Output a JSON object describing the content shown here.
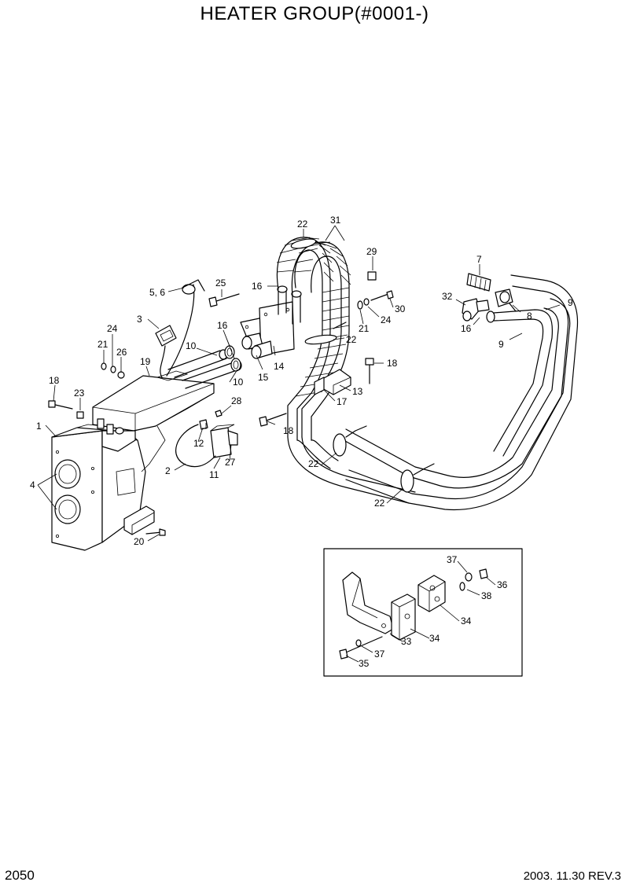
{
  "title": "HEATER GROUP(#0001-)",
  "page_number": "2050",
  "revision_info": "2003. 11.30  REV.3",
  "callouts": [
    {
      "id": "22a",
      "text": "22"
    },
    {
      "id": "31",
      "text": "31"
    },
    {
      "id": "29",
      "text": "29"
    },
    {
      "id": "7",
      "text": "7"
    },
    {
      "id": "25",
      "text": "25"
    },
    {
      "id": "16a",
      "text": "16"
    },
    {
      "id": "56",
      "text": "5, 6"
    },
    {
      "id": "32",
      "text": "32"
    },
    {
      "id": "9a",
      "text": "9"
    },
    {
      "id": "30",
      "text": "30"
    },
    {
      "id": "24a",
      "text": "24"
    },
    {
      "id": "8",
      "text": "8"
    },
    {
      "id": "3",
      "text": "3"
    },
    {
      "id": "16b",
      "text": "16"
    },
    {
      "id": "21a",
      "text": "21"
    },
    {
      "id": "16c",
      "text": "16"
    },
    {
      "id": "24b",
      "text": "24"
    },
    {
      "id": "22b",
      "text": "22"
    },
    {
      "id": "21b",
      "text": "21"
    },
    {
      "id": "10a",
      "text": "10"
    },
    {
      "id": "9b",
      "text": "9"
    },
    {
      "id": "26",
      "text": "26"
    },
    {
      "id": "14",
      "text": "14"
    },
    {
      "id": "19",
      "text": "19"
    },
    {
      "id": "18a",
      "text": "18"
    },
    {
      "id": "15",
      "text": "15"
    },
    {
      "id": "10b",
      "text": "10"
    },
    {
      "id": "18b",
      "text": "18"
    },
    {
      "id": "13",
      "text": "13"
    },
    {
      "id": "23",
      "text": "23"
    },
    {
      "id": "17",
      "text": "17"
    },
    {
      "id": "28",
      "text": "28"
    },
    {
      "id": "1",
      "text": "1"
    },
    {
      "id": "18c",
      "text": "18"
    },
    {
      "id": "12",
      "text": "12"
    },
    {
      "id": "27",
      "text": "27"
    },
    {
      "id": "22c",
      "text": "22"
    },
    {
      "id": "2",
      "text": "2"
    },
    {
      "id": "11",
      "text": "11"
    },
    {
      "id": "4",
      "text": "4"
    },
    {
      "id": "22d",
      "text": "22"
    },
    {
      "id": "20",
      "text": "20"
    },
    {
      "id": "37a",
      "text": "37"
    },
    {
      "id": "36",
      "text": "36"
    },
    {
      "id": "38",
      "text": "38"
    },
    {
      "id": "34a",
      "text": "34"
    },
    {
      "id": "34b",
      "text": "34"
    },
    {
      "id": "33",
      "text": "33"
    },
    {
      "id": "37b",
      "text": "37"
    },
    {
      "id": "35",
      "text": "35"
    }
  ]
}
